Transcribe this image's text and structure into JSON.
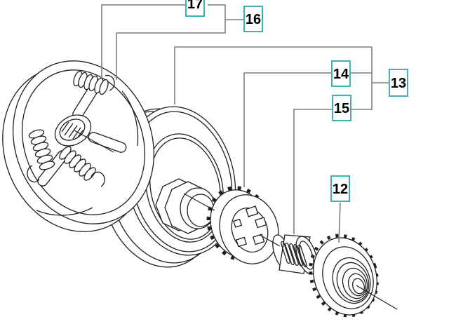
{
  "diagram": {
    "description_colors": {
      "callout_border": "#3fafb8",
      "leader_line": "#7e7e7e",
      "artwork_line": "#1f1f1f",
      "background": "#ffffff",
      "label_text": "#000000"
    },
    "callouts": [
      {
        "label": "17"
      },
      {
        "label": "16"
      },
      {
        "label": "14"
      },
      {
        "label": "13"
      },
      {
        "label": "15"
      },
      {
        "label": "12"
      }
    ]
  }
}
